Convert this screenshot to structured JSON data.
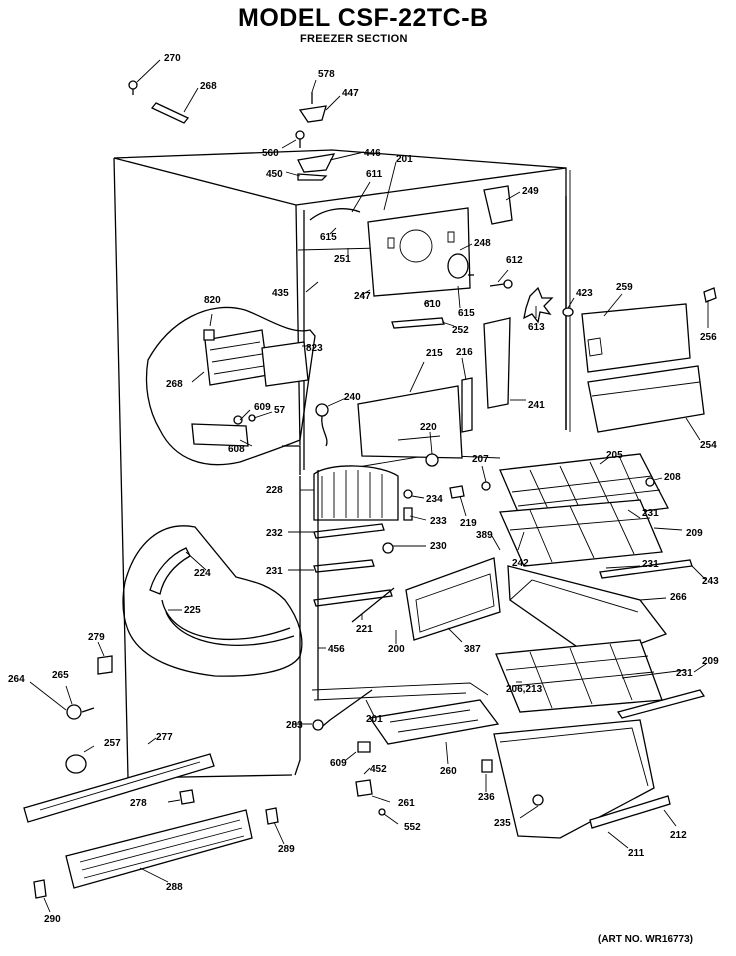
{
  "title": "MODEL CSF-22TC-B",
  "subtitle": "FREEZER SECTION",
  "art_no": "(ART NO. WR16773)",
  "part_labels": [
    "270",
    "268",
    "578",
    "447",
    "560",
    "446",
    "450",
    "611",
    "201",
    "249",
    "615",
    "251",
    "248",
    "612",
    "435",
    "247",
    "610",
    "615",
    "423",
    "259",
    "820",
    "823",
    "252",
    "613",
    "256",
    "215",
    "216",
    "241",
    "268",
    "240",
    "609",
    "57",
    "608",
    "220",
    "254",
    "207",
    "205",
    "208",
    "228",
    "234",
    "233",
    "219",
    "389",
    "231",
    "209",
    "232",
    "230",
    "242",
    "231",
    "243",
    "224",
    "231",
    "221",
    "387",
    "266",
    "225",
    "279",
    "456",
    "200",
    "209",
    "231",
    "265",
    "264",
    "206,213",
    "283",
    "201",
    "257",
    "277",
    "260",
    "609",
    "452",
    "236",
    "278",
    "261",
    "235",
    "212",
    "552",
    "289",
    "211",
    "288",
    "290"
  ]
}
